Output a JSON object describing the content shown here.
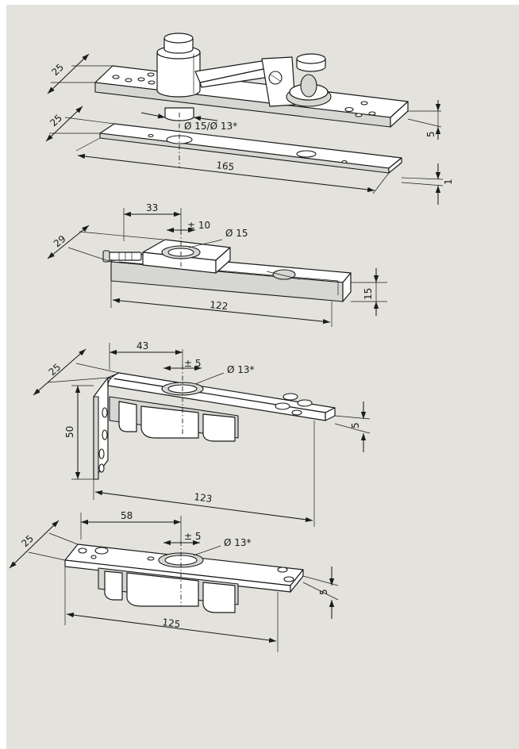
{
  "drawing": {
    "views": [
      {
        "id": "pivot-top-with-floor-plate",
        "labels": {
          "width_plate": "25",
          "width_floor_plate": "25",
          "diameter": "Ø 15/Ø 13*",
          "length": "165",
          "height_plate": "5",
          "height_floor_plate": "1"
        }
      },
      {
        "id": "adjustable-slide-pivot",
        "labels": {
          "width": "29",
          "offset": "33",
          "adjust": "± 10",
          "diameter": "Ø 15",
          "length": "122",
          "height": "15"
        }
      },
      {
        "id": "angle-pivot",
        "labels": {
          "width": "25",
          "offset": "43",
          "adjust": "± 5",
          "diameter": "Ø 13*",
          "height_leg": "50",
          "length": "123",
          "thickness": "5"
        }
      },
      {
        "id": "flat-pivot",
        "labels": {
          "width": "25",
          "offset": "58",
          "adjust": "± 5",
          "diameter": "Ø 13*",
          "length": "125",
          "thickness": "5"
        }
      }
    ]
  }
}
